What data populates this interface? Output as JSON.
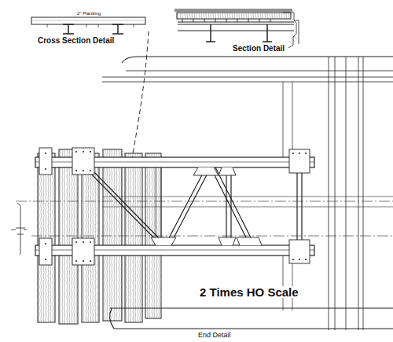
{
  "diagram": {
    "labels": [
      "2\" Planking",
      "Cross Section Detail",
      "Section Detail",
      "2 Times HO Scale",
      "End Detail"
    ]
  }
}
